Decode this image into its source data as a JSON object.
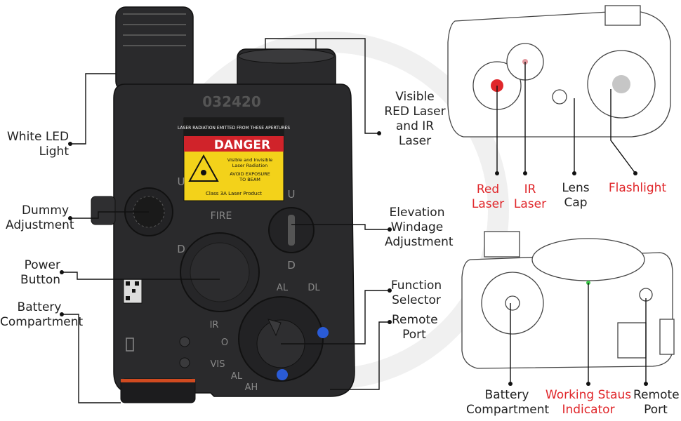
{
  "device": {
    "serial": "032420",
    "warning_top": "LASER RADIATION EMITTED FROM THESE APERTURES",
    "danger": "DANGER",
    "warning_body1": "Visible and Invisible",
    "warning_body2": "Laser Radiation",
    "warning_body3": "AVOID EXPOSURE",
    "warning_body4": "TO BEAM",
    "laser_class": "Class 3A Laser Product",
    "fire": "FIRE",
    "u_left": "U",
    "d_left": "D",
    "u_right": "U",
    "d_right": "D",
    "ir": "IR",
    "o": "O",
    "vis": "VIS",
    "al": "AL",
    "al_top": "AL",
    "dl": "DL",
    "ah": "AH"
  },
  "labels": {
    "white_led": [
      "White LED",
      "Light"
    ],
    "dummy": [
      "Dummy",
      "Adjustment"
    ],
    "power": [
      "Power",
      "Button"
    ],
    "battery_left": [
      "Battery",
      "Compartment"
    ],
    "visible_red": [
      "Visible",
      "RED Laser",
      "and IR",
      "Laser"
    ],
    "elevation": [
      "Elevation",
      "Windage",
      "Adjustment"
    ],
    "function": [
      "Function",
      "Selector"
    ],
    "remote_left": [
      "Remote",
      "Port"
    ],
    "red_laser": [
      "Red",
      "Laser"
    ],
    "ir_laser": [
      "IR",
      "Laser"
    ],
    "lens_cap": [
      "Lens",
      "Cap"
    ],
    "flashlight": [
      "Flashlight"
    ],
    "battery_bottom": [
      "Battery",
      "Compartment"
    ],
    "working": [
      "Working Staus",
      "Indicator"
    ],
    "remote_bottom": [
      "Remote",
      "Port"
    ]
  },
  "colors": {
    "accent_red": "#e0262a",
    "device_body": "#2a2a2c",
    "danger_red": "#d0232a",
    "warning_yellow": "#f3d21a",
    "screw_blue": "#2a5bd6",
    "status_green": "#3dcc4a"
  },
  "icons": {
    "laser_warning": "laser-warning-icon",
    "battery": "battery-icon",
    "qr": "qr-code"
  }
}
